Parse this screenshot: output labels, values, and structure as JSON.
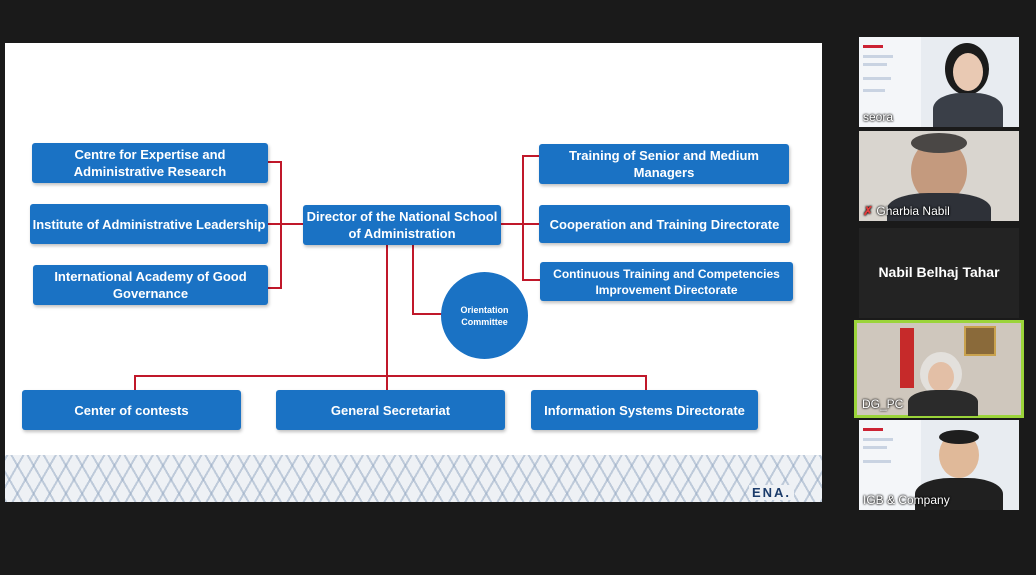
{
  "slide": {
    "director": "Director of the National School of Administration",
    "left_units": [
      "Centre for Expertise and Administrative Research",
      "Institute of Administrative Leadership",
      "International Academy of Good Governance"
    ],
    "right_units": [
      "Training of Senior and Medium Managers",
      "Cooperation and Training Directorate",
      "Continuous Training and Competencies Improvement Directorate"
    ],
    "committee": "Orientation Committee",
    "bottom_units": [
      "Center of contests",
      "General Secretariat",
      "Information Systems Directorate"
    ],
    "logo": "ENA.",
    "colors": {
      "box": "#1a72c4",
      "connector": "#c0182a"
    }
  },
  "participants": [
    {
      "name": "seora",
      "muted": false,
      "video": true,
      "icon": "none"
    },
    {
      "name": "Gharbia Nabil",
      "muted": true,
      "video": true,
      "icon": "mic-muted-icon"
    },
    {
      "name": "Nabil Belhaj Tahar",
      "muted": false,
      "video": false,
      "icon": "none"
    },
    {
      "name": "DG_PC",
      "muted": false,
      "video": true,
      "active_speaker": true,
      "icon": "none"
    },
    {
      "name": "IGB & Company",
      "muted": false,
      "video": true,
      "icon": "none"
    }
  ]
}
